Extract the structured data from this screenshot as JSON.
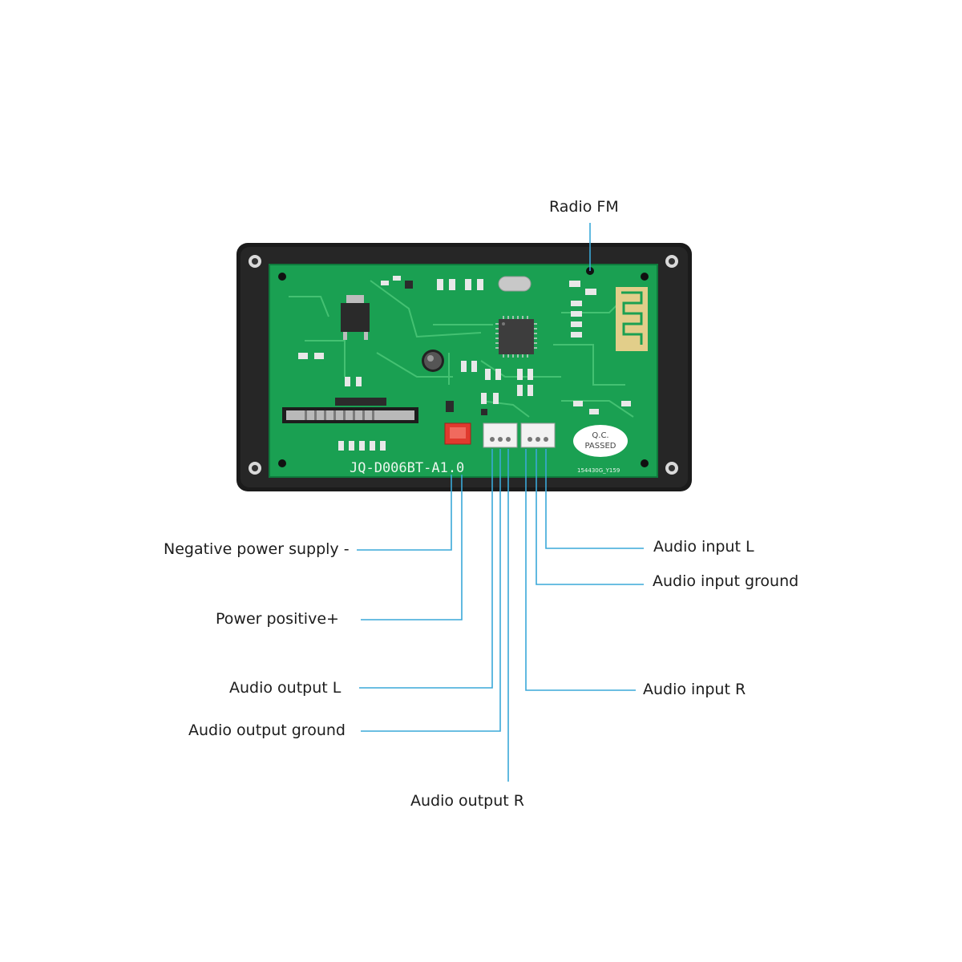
{
  "board": {
    "model": "JQ-D006BT-A1.0",
    "qc_line1": "Q.C.",
    "qc_line2": "PASSED",
    "serial": "154430G_Y159"
  },
  "labels": {
    "radio_fm": "Radio FM",
    "negative_power_supply": "Negative power supply -",
    "power_positive": "Power positive+",
    "audio_output_l": "Audio output L",
    "audio_output_ground": "Audio output ground",
    "audio_output_r": "Audio output R",
    "audio_input_l": "Audio input L",
    "audio_input_ground": "Audio input ground",
    "audio_input_r": "Audio input R"
  },
  "colors": {
    "background": "#ffffff",
    "leader_line": "#3aa8d8",
    "pcb_green": "#1aa052",
    "frame": "#1b1b1b",
    "connector_red": "#e03a2e",
    "connector_white": "#f2f2f2"
  }
}
